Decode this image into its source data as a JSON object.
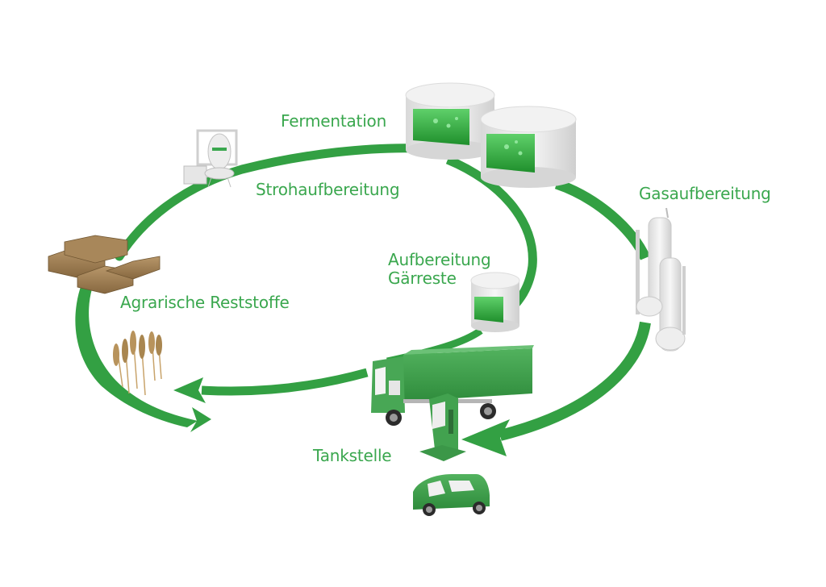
{
  "diagram": {
    "title": "Biogas-Kreislauf aus agrarischen Reststoffen",
    "colors": {
      "accent": "#3aa74e",
      "arrow": "#33a043",
      "vehicle": "#3d9e4a",
      "tank_white": "#eeeeee",
      "liquid": "#2fae3a",
      "straw": "#9c7b4d",
      "background": "#ffffff"
    },
    "stages": [
      {
        "id": "fermentation",
        "label": "Fermentation",
        "icon": "fermenter-tanks-icon"
      },
      {
        "id": "stroh",
        "label": "Strohaufbereitung",
        "icon": "straw-processing-machine-icon"
      },
      {
        "id": "gas",
        "label": "Gasaufbereitung",
        "icon": "gas-upgrading-columns-icon"
      },
      {
        "id": "gaer",
        "label": "Aufbereitung Gärreste",
        "icon": "digestate-tank-icon"
      },
      {
        "id": "agrar",
        "label": "Agrarische Reststoffe",
        "icon": "straw-bales-and-wheat-icon"
      },
      {
        "id": "tank",
        "label": "Tankstelle",
        "icon": "fuel-pump-and-car-icon"
      }
    ],
    "flows": [
      {
        "from": "Agrarische Reststoffe",
        "to": "Strohaufbereitung"
      },
      {
        "from": "Strohaufbereitung",
        "to": "Fermentation"
      },
      {
        "from": "Fermentation",
        "to": "Gasaufbereitung"
      },
      {
        "from": "Gasaufbereitung",
        "to": "Tankstelle"
      },
      {
        "from": "Fermentation",
        "to": "Aufbereitung Gärreste"
      },
      {
        "from": "Aufbereitung Gärreste",
        "to": "Agrarische Reststoffe",
        "via": "LKW"
      }
    ]
  }
}
